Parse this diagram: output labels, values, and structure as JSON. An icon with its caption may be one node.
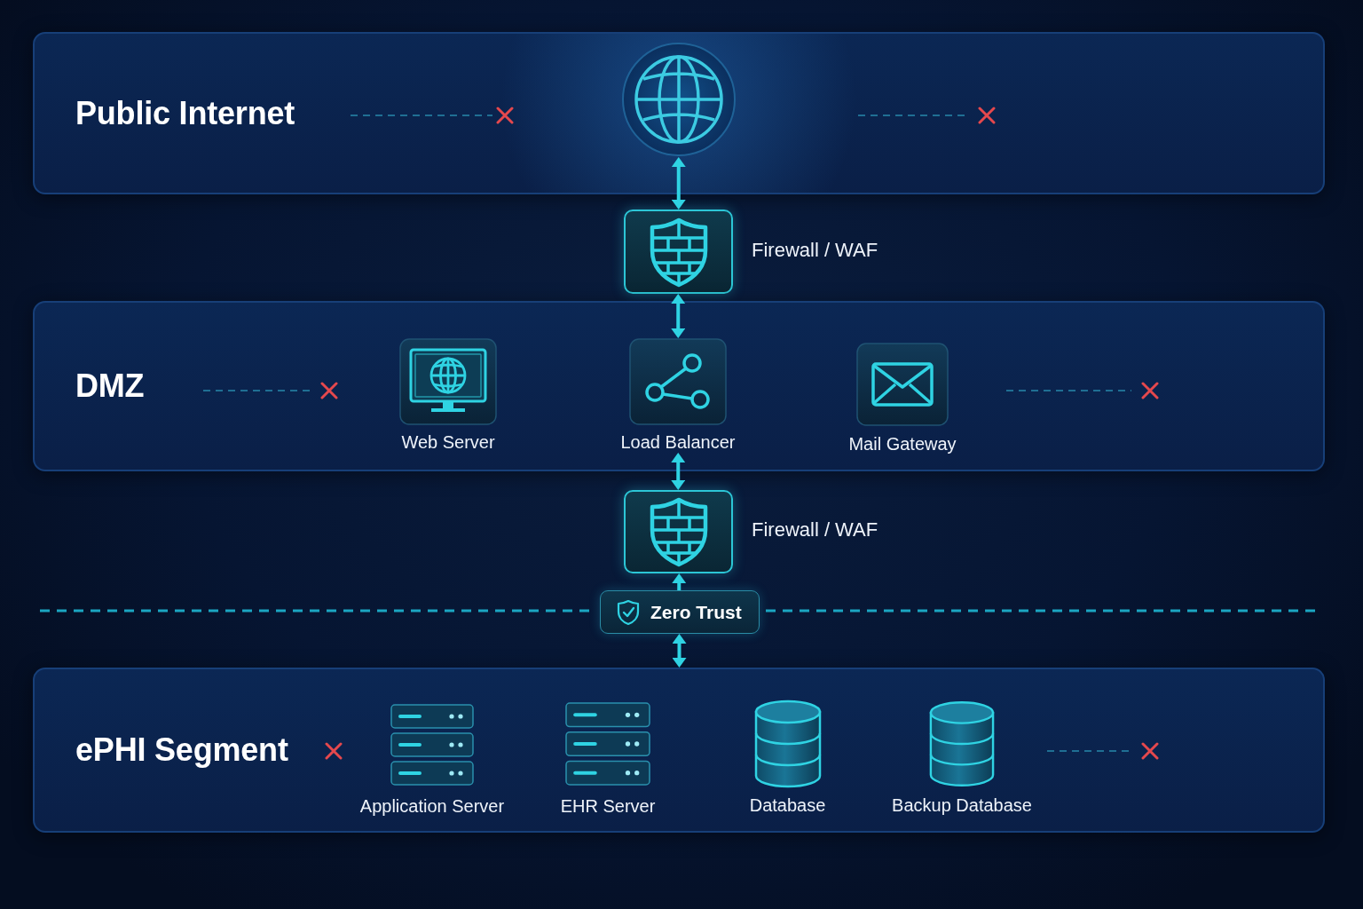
{
  "diagram": {
    "nodes": [
      {
        "text": [
          "Public Internet"
        ]
      },
      {
        "text": [],
        "shape": "circle",
        "in": 0
      },
      {
        "text": [],
        "shape": "box",
        "beside": [
          "Firewall / WAF"
        ]
      },
      {
        "text": [
          "DMZ"
        ]
      },
      {
        "text": [
          "Web Server"
        ],
        "in": 3
      },
      {
        "text": [
          "Load Balancer"
        ],
        "in": 3
      },
      {
        "text": [
          "Mail Gateway"
        ],
        "in": 3
      },
      {
        "text": [],
        "shape": "box",
        "beside": [
          "Firewall / WAF"
        ]
      },
      {
        "text": [
          "Zero Trust"
        ]
      },
      {
        "text": [
          "ePHI Segment"
        ]
      },
      {
        "text": [
          "Application Server"
        ],
        "in": 9
      },
      {
        "text": [
          "EHR Server"
        ],
        "in": 9
      },
      {
        "text": [
          "Database"
        ],
        "in": 9
      },
      {
        "text": [
          "Backup Database"
        ],
        "in": 9
      }
    ],
    "edges": [
      {
        "from": 1,
        "to": 2,
        "arrow": "both"
      },
      {
        "from": 2,
        "to": 5,
        "arrow": "both"
      },
      {
        "from": 5,
        "to": 7,
        "arrow": "both"
      },
      {
        "from": 8,
        "to": 7,
        "arrow": "to"
      },
      {
        "from": 8,
        "to": 9,
        "arrow": "both"
      }
    ]
  }
}
